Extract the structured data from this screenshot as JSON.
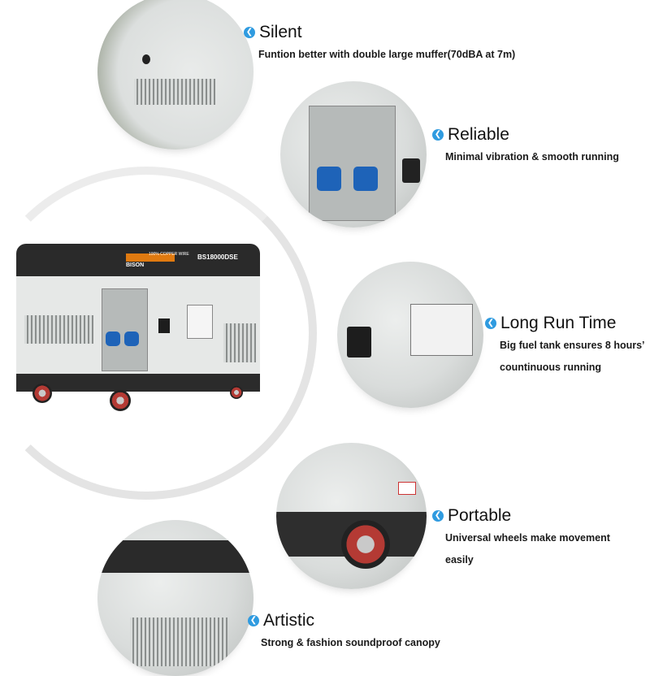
{
  "features": [
    {
      "title": "Silent",
      "description": [
        "Funtion better with double large muffer(70dBA at 7m)"
      ],
      "icon": "chevron-left-circle-icon"
    },
    {
      "title": "Reliable",
      "description": [
        "Minimal vibration & smooth running"
      ],
      "icon": "chevron-left-circle-icon"
    },
    {
      "title": "Long Run Time",
      "description": [
        "Big fuel tank ensures 8 hours’",
        "countinuous running"
      ],
      "icon": "chevron-left-circle-icon"
    },
    {
      "title": "Portable",
      "description": [
        "Universal wheels make movement",
        "easily"
      ],
      "icon": "chevron-left-circle-icon"
    },
    {
      "title": "Artistic",
      "description": [
        "Strong & fashion soundproof canopy"
      ],
      "icon": "chevron-left-circle-icon"
    }
  ],
  "product": {
    "brand": "BISON",
    "model": "BS18000DSE",
    "label": "100% COPPER WIRE"
  },
  "colors": {
    "accent": "#2f9be0",
    "socket": "#1e63b8",
    "canopy": "#e6e8e7",
    "frame": "#2b2b2b"
  }
}
